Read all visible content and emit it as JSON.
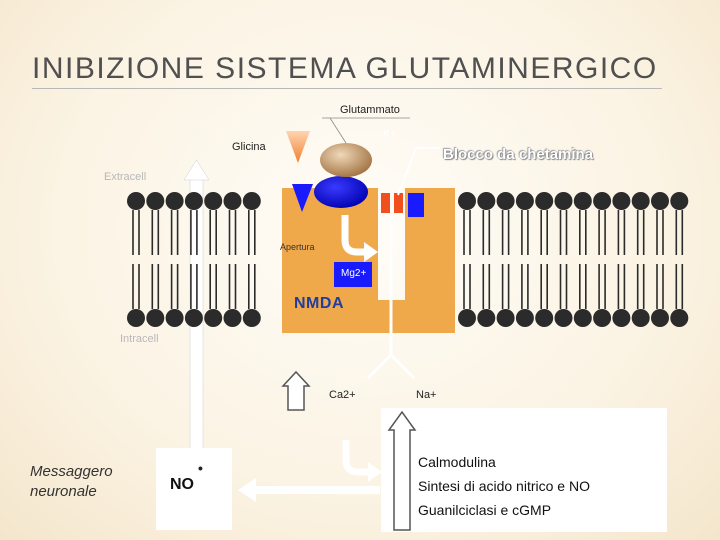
{
  "title": "INIBIZIONE SISTEMA GLUTAMINERGICO",
  "labels": {
    "glutammato": "Glutammato",
    "k": "K+",
    "glicina": "Glicina",
    "blocco": "Blocco da chetamina",
    "extracell": "Extracell",
    "apertura": "Apertura",
    "mg": "Mg2+",
    "nmda": "NMDA",
    "intracell": "Intracell",
    "ca": "Ca2+",
    "na": "Na+",
    "messaggero": "Messaggero neuronale",
    "no": "NO",
    "no_radical": "•"
  },
  "info": {
    "line1": "Calmodulina",
    "line2": "Sintesi di acido nitrico e NO",
    "line3": "Guanilciclasi e cGMP"
  },
  "colors": {
    "receptor": "#f0a94a",
    "membrane_head": "#2b2b2b",
    "blue_site": "#1a1aff",
    "glycine_triangle": "#1a1aff",
    "channel_block": "#f0501e",
    "glutammato_ball": "#c8a070",
    "nmda_text": "#1f3ea0"
  }
}
